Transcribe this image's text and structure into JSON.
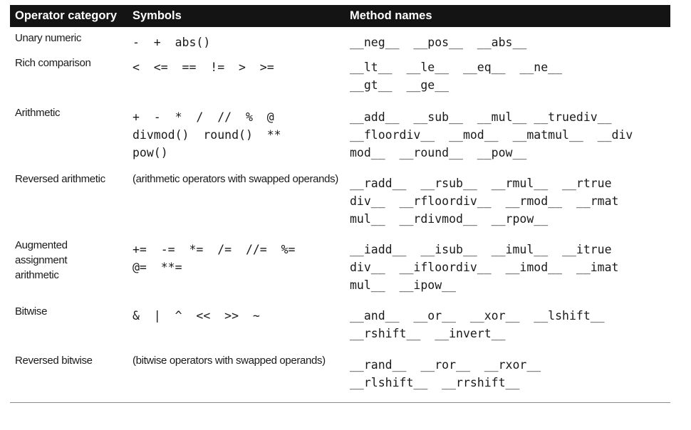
{
  "header": {
    "category": "Operator category",
    "symbols": "Symbols",
    "methods": "Method names"
  },
  "rows": [
    {
      "category": "Unary numeric",
      "symbols": "-  +  abs()",
      "symbols_mono": true,
      "methods": "__neg__  __pos__  __abs__"
    },
    {
      "category": "Rich comparison",
      "symbols": "<  <=  ==  !=  >  >=",
      "symbols_mono": true,
      "methods": "__lt__  __le__  __eq__  __ne__\n__gt__  __ge__"
    },
    {
      "category": "Arithmetic",
      "symbols": "+  -  *  /  //  %  @\ndivmod()  round()  **\npow()",
      "symbols_mono": true,
      "methods": "__add__  __sub__  __mul__ __truediv__\n__floordiv__  __mod__  __matmul__  __div\nmod__  __round__  __pow__"
    },
    {
      "category": "Reversed arithmetic",
      "symbols": "(arithmetic operators with swapped operands)",
      "symbols_mono": false,
      "methods": "__radd__  __rsub__  __rmul__  __rtrue\ndiv__  __rfloordiv__  __rmod__  __rmat\nmul__  __rdivmod__  __rpow__"
    },
    {
      "category": "Augmented\nassignment\narithmetic",
      "symbols": "+=  -=  *=  /=  //=  %=\n@=  **=",
      "symbols_mono": true,
      "methods": "__iadd__  __isub__  __imul__  __itrue\ndiv__  __ifloordiv__  __imod__  __imat\nmul__  __ipow__"
    },
    {
      "category": "Bitwise",
      "symbols": "&  |  ^  <<  >>  ~",
      "symbols_mono": true,
      "methods": "__and__  __or__  __xor__  __lshift__\n__rshift__  __invert__"
    },
    {
      "category": "Reversed bitwise",
      "symbols": "(bitwise operators with swapped operands)",
      "symbols_mono": false,
      "methods": "__rand__  __ror__  __rxor__\n__rlshift__  __rrshift__"
    }
  ]
}
